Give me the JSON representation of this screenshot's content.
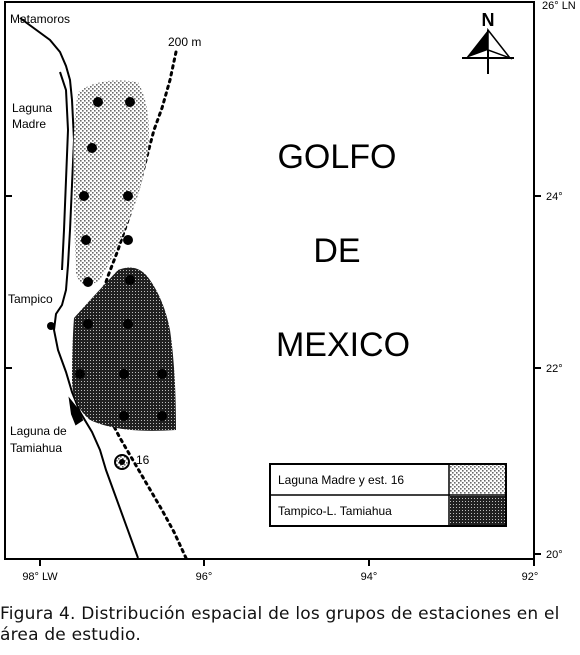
{
  "map": {
    "places": {
      "matamoros": "Matamoros",
      "laguna_madre_1": "Laguna",
      "laguna_madre_2": "Madre",
      "tampico": "Tampico",
      "tamiahua_1": "Laguna de",
      "tamiahua_2": "Tamiahua"
    },
    "isobath": "200 m",
    "sea_label": [
      "GOLFO",
      "DE",
      "MEXICO"
    ],
    "station_label": "16",
    "north_arrow": "N",
    "lon_ticks": [
      "98° LW",
      "96°",
      "94°",
      "92°"
    ],
    "lat_ticks": [
      "26° LN",
      "24°",
      "22°",
      "20°"
    ]
  },
  "legend": {
    "items": [
      {
        "label": "Laguna Madre y est. 16",
        "pattern": "light-stipple"
      },
      {
        "label": "Tampico-L. Tamiahua",
        "pattern": "dark-stipple"
      }
    ]
  },
  "caption": {
    "line1": "Figura 4. Distribución espacial de los grupos de estaciones en el",
    "line2": "área de estudio."
  }
}
